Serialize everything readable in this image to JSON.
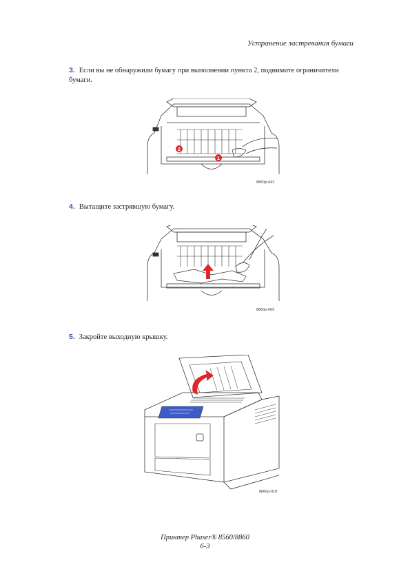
{
  "header": {
    "title": "Устранение застревания бумаги"
  },
  "steps": [
    {
      "number": "3.",
      "text": "Если вы не обнаружили бумагу при выполнении пункта 2, поднимите ограничители бумаги.",
      "figure_code": "8860p-042"
    },
    {
      "number": "4.",
      "text": "Вытащите застрявшую бумагу.",
      "figure_code": "8860p-065"
    },
    {
      "number": "5.",
      "text": "Закройте выходную крышку.",
      "figure_code": "8860p-018"
    }
  ],
  "footer": {
    "product": "Принтер Phaser® 8560/8860",
    "page": "6-3"
  },
  "figures": {
    "callout_1": "1",
    "callout_2": "2",
    "arrow_color": "#e0262b",
    "panel_color": "#3e5cc9"
  }
}
